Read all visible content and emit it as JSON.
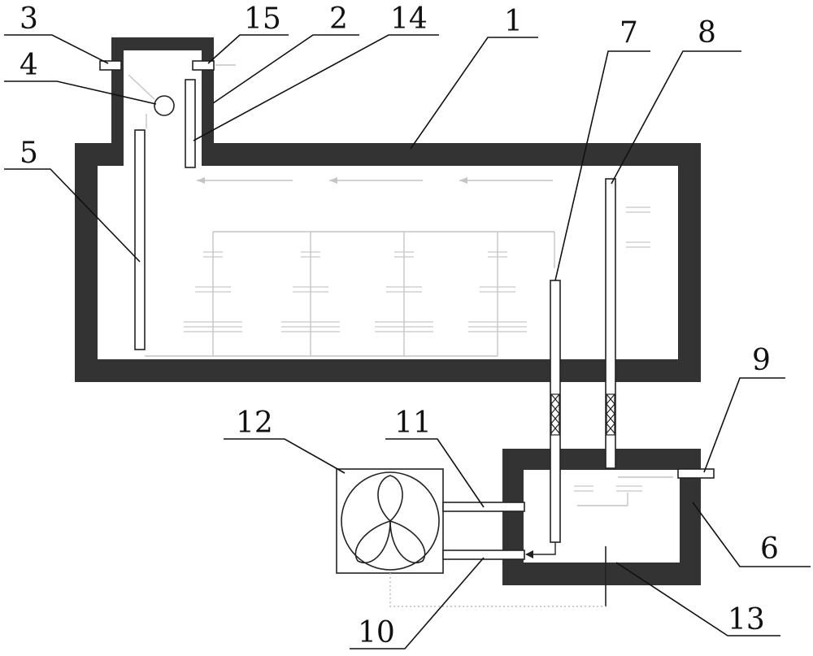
{
  "diagram": {
    "labels": [
      {
        "id": "3",
        "text": "3"
      },
      {
        "id": "15",
        "text": "15"
      },
      {
        "id": "2",
        "text": "2"
      },
      {
        "id": "14",
        "text": "14"
      },
      {
        "id": "1",
        "text": "1"
      },
      {
        "id": "7",
        "text": "7"
      },
      {
        "id": "8",
        "text": "8"
      },
      {
        "id": "4",
        "text": "4"
      },
      {
        "id": "5",
        "text": "5"
      },
      {
        "id": "9",
        "text": "9"
      },
      {
        "id": "12",
        "text": "12"
      },
      {
        "id": "11",
        "text": "11"
      },
      {
        "id": "6",
        "text": "6"
      },
      {
        "id": "10",
        "text": "10"
      },
      {
        "id": "13",
        "text": "13"
      }
    ],
    "colors": {
      "wall": "#333333",
      "outline": "#222222",
      "flow": "#c4c4c4"
    },
    "icons": [
      "fan-icon",
      "flow-arrow-icon",
      "bubble-icon"
    ]
  }
}
